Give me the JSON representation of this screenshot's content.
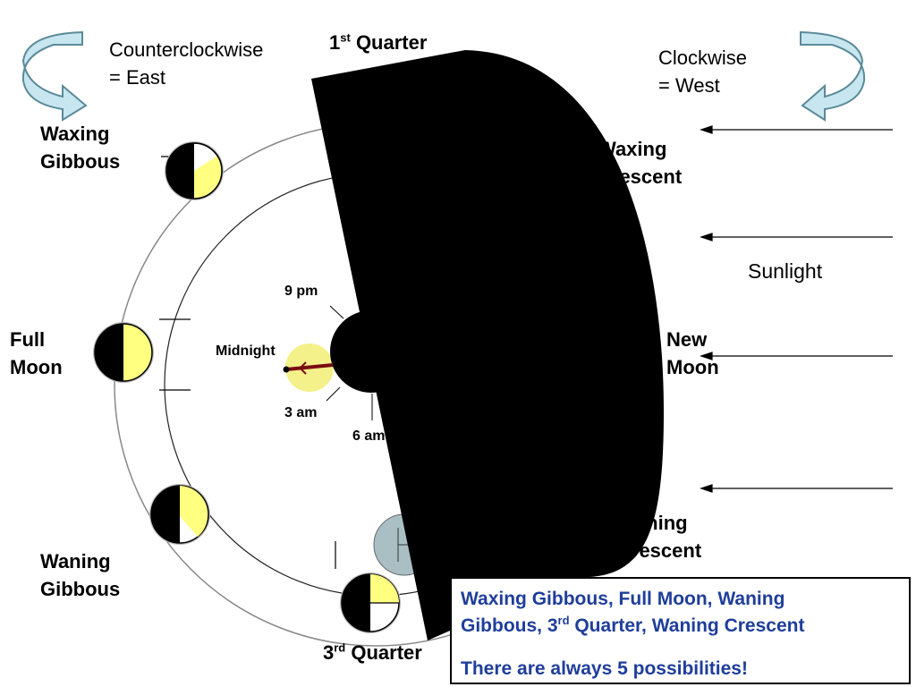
{
  "labels": {
    "counterclockwise_line1": "Counterclockwise",
    "counterclockwise_line2": "= East",
    "clockwise_line1": "Clockwise",
    "clockwise_line2": "= West",
    "first_quarter_num": "1",
    "first_quarter_sup": "st",
    "first_quarter_word": "Quarter",
    "third_quarter_num": "3",
    "third_quarter_sup": "rd",
    "third_quarter_word": "Quarter",
    "waxing_gibbous_line1": "Waxing",
    "waxing_gibbous_line2": "Gibbous",
    "waxing_crescent_line1": "Waxing",
    "waxing_crescent_line2": "Crescent",
    "full_moon_line1": "Full",
    "full_moon_line2": "Moon",
    "new_moon_line1": "New",
    "new_moon_line2": "Moon",
    "waning_gibbous_line1": "Waning",
    "waning_gibbous_line2": "Gibbous",
    "waning_crescent_line1": "Waning",
    "waning_crescent_line2": "Crescent",
    "sunlight": "Sunlight",
    "time_9pm": "9 pm",
    "time_midnight": "Midnight",
    "time_3am": "3 am",
    "time_6am": "6 am"
  },
  "info_box": {
    "line1": "Waxing Gibbous, Full Moon, Waning",
    "line2_a": "Gibbous, 3",
    "line2_sup": "rd",
    "line2_b": " Quarter, Waning Crescent",
    "summary": "There are always 5 possibilities!"
  },
  "colors": {
    "moon_lit": "#ffff80",
    "moon_dark": "#000000",
    "arrow_fill": "#c8e6f0",
    "arrow_stroke": "#5a8a98",
    "info_text": "#1f3e9a",
    "earth_glow": "#f4f08a",
    "shadow": "#000000"
  }
}
